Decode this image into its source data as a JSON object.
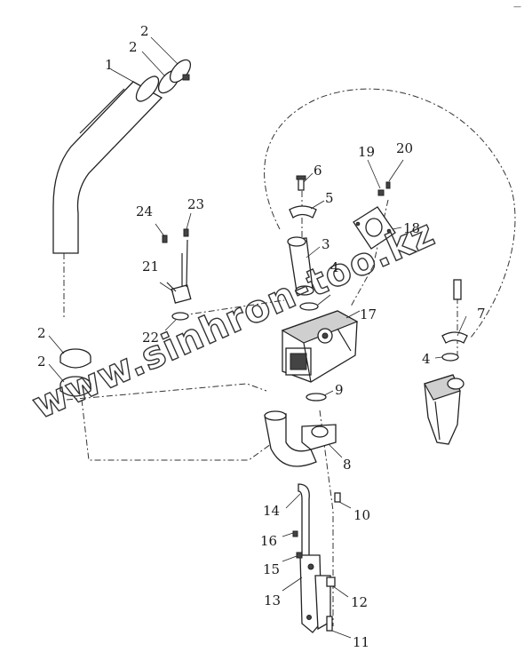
{
  "corner_mark": "—",
  "watermark": "www.sinhron-too.kz",
  "labels": [
    {
      "id": "l1",
      "text": "1"
    },
    {
      "id": "l2a",
      "text": "2"
    },
    {
      "id": "l2b",
      "text": "2"
    },
    {
      "id": "l2c",
      "text": "2"
    },
    {
      "id": "l2d",
      "text": "2"
    },
    {
      "id": "l3",
      "text": "3"
    },
    {
      "id": "l4a",
      "text": "4"
    },
    {
      "id": "l4b",
      "text": "4"
    },
    {
      "id": "l5",
      "text": "5"
    },
    {
      "id": "l6",
      "text": "6"
    },
    {
      "id": "l7",
      "text": "7"
    },
    {
      "id": "l8",
      "text": "8"
    },
    {
      "id": "l9",
      "text": "9"
    },
    {
      "id": "l10",
      "text": "10"
    },
    {
      "id": "l11",
      "text": "11"
    },
    {
      "id": "l12",
      "text": "12"
    },
    {
      "id": "l13",
      "text": "13"
    },
    {
      "id": "l14",
      "text": "14"
    },
    {
      "id": "l15",
      "text": "15"
    },
    {
      "id": "l16",
      "text": "16"
    },
    {
      "id": "l17",
      "text": "17"
    },
    {
      "id": "l18",
      "text": "18"
    },
    {
      "id": "l19",
      "text": "19"
    },
    {
      "id": "l20",
      "text": "20"
    },
    {
      "id": "l21",
      "text": "21"
    },
    {
      "id": "l22",
      "text": "22"
    },
    {
      "id": "l23",
      "text": "23"
    },
    {
      "id": "l24",
      "text": "24"
    }
  ]
}
